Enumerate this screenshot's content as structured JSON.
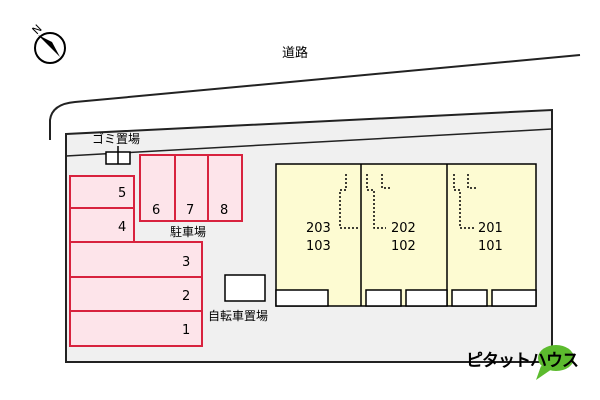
{
  "compass": {
    "north_label": "N",
    "icon": "north-arrow-icon"
  },
  "road_label": "道路",
  "trash_area_label": "ゴミ置場",
  "parking_label": "駐車場",
  "bicycle_parking_label": "自転車置場",
  "parking_spaces": {
    "s1": "1",
    "s2": "2",
    "s3": "3",
    "s4": "4",
    "s5": "5",
    "s6": "6",
    "s7": "7",
    "s8": "8"
  },
  "units": {
    "right": {
      "upper": "201",
      "lower": "101"
    },
    "middle": {
      "upper": "202",
      "lower": "102"
    },
    "left": {
      "upper": "203",
      "lower": "103"
    }
  },
  "logo": {
    "text": "ピタットハウス",
    "icon": "speech-bubble-icon"
  },
  "colors": {
    "parking_fill": "#fde4ea",
    "parking_stroke": "#d8223e",
    "building_fill": "#fdfbd2",
    "lot_fill": "#f0f0f0",
    "logo_green": "#5cbb2e"
  }
}
